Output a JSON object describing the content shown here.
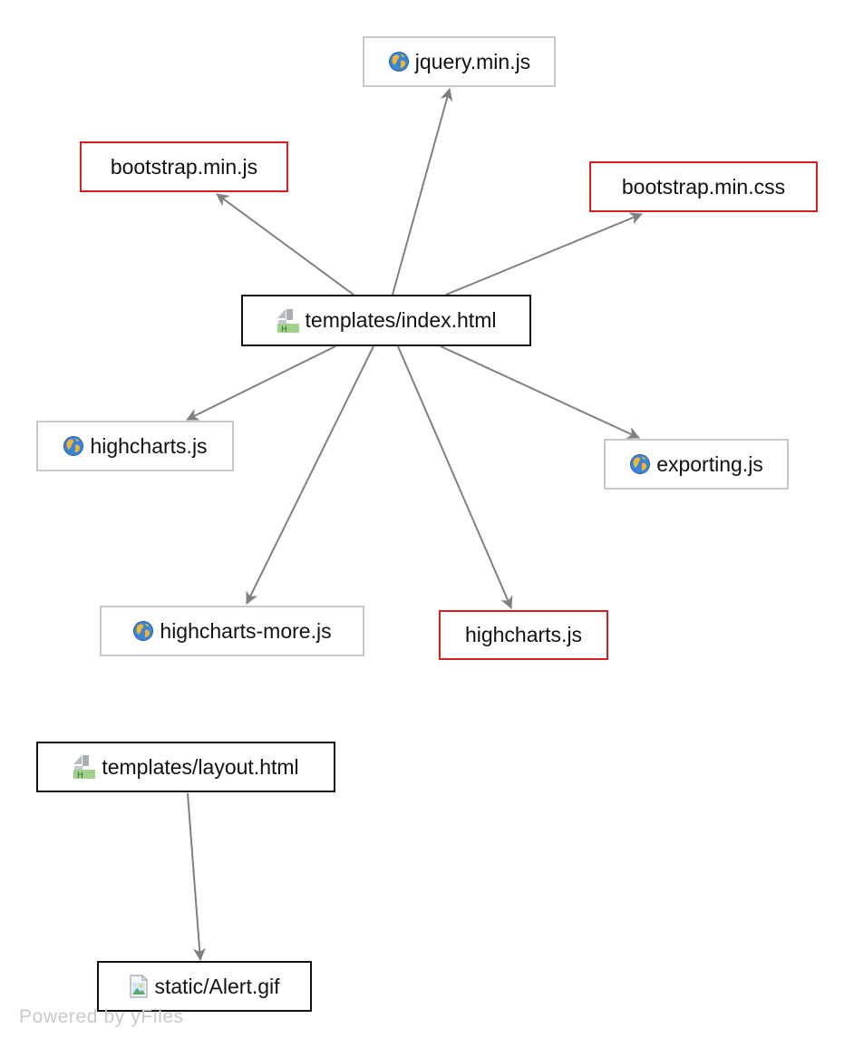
{
  "nodes": {
    "jquery": {
      "label": "jquery.min.js",
      "icon": "globe-icon",
      "border_color": "#c8c8c8"
    },
    "bootstrap_js": {
      "label": "bootstrap.min.js",
      "icon": null,
      "border_color": "#d62020"
    },
    "bootstrap_css": {
      "label": "bootstrap.min.css",
      "icon": null,
      "border_color": "#d62020"
    },
    "index": {
      "label": "templates/index.html",
      "icon": "html-file-icon",
      "border_color": "#111111"
    },
    "highcharts_ext": {
      "label": "highcharts.js",
      "icon": "globe-icon",
      "border_color": "#c8c8c8"
    },
    "exporting": {
      "label": "exporting.js",
      "icon": "globe-icon",
      "border_color": "#c8c8c8"
    },
    "highcharts_more": {
      "label": "highcharts-more.js",
      "icon": "globe-icon",
      "border_color": "#c8c8c8"
    },
    "highcharts_missing": {
      "label": "highcharts.js",
      "icon": null,
      "border_color": "#d62020"
    },
    "layout": {
      "label": "templates/layout.html",
      "icon": "html-file-icon",
      "border_color": "#111111"
    },
    "alert_gif": {
      "label": "static/Alert.gif",
      "icon": "image-file-icon",
      "border_color": "#111111"
    }
  },
  "edges": [
    {
      "from": "templates/index.html",
      "to": "jquery.min.js"
    },
    {
      "from": "templates/index.html",
      "to": "bootstrap.min.js"
    },
    {
      "from": "templates/index.html",
      "to": "bootstrap.min.css"
    },
    {
      "from": "templates/index.html",
      "to": "highcharts.js"
    },
    {
      "from": "templates/index.html",
      "to": "exporting.js"
    },
    {
      "from": "templates/index.html",
      "to": "highcharts-more.js"
    },
    {
      "from": "templates/index.html",
      "to": "highcharts.js"
    },
    {
      "from": "templates/layout.html",
      "to": "static/Alert.gif"
    }
  ],
  "edge_color": "#808080",
  "watermark": "Powered by yFiles"
}
